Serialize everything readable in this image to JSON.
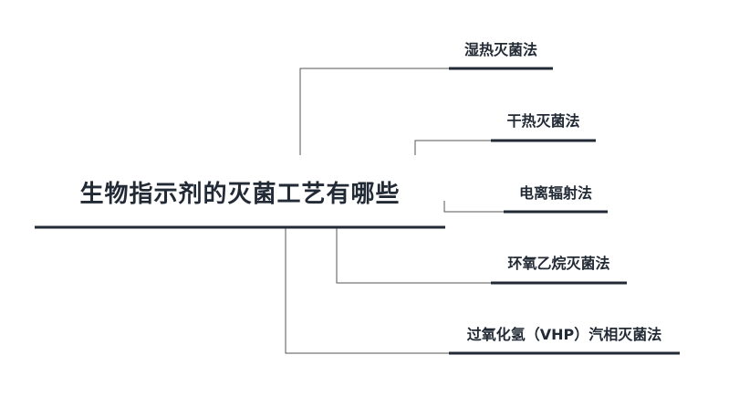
{
  "root": {
    "title": "生物指示剂的灭菌工艺有哪些"
  },
  "branches": [
    {
      "label": "湿热灭菌法"
    },
    {
      "label": "干热灭菌法"
    },
    {
      "label": "电离辐射法"
    },
    {
      "label": "环氧乙烷灭菌法"
    },
    {
      "label": "过氧化氢（VHP）汽相灭菌法"
    }
  ],
  "colors": {
    "text": "#222a35",
    "underline": "#222a35",
    "connector": "#555555"
  }
}
